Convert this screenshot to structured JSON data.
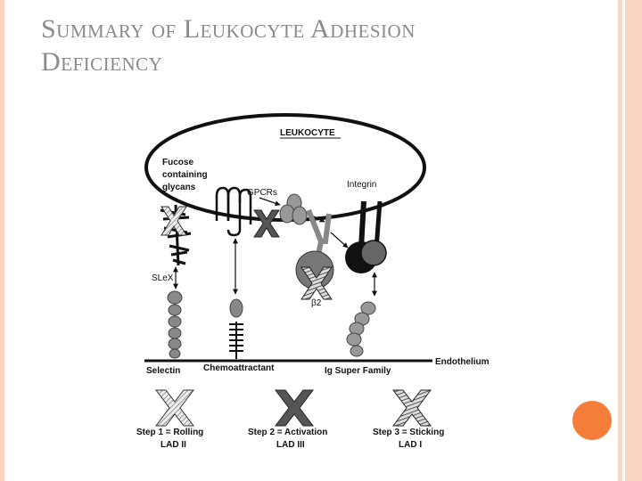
{
  "slide": {
    "title_line1": "Summary of Leukocyte Adhesion",
    "title_line2": "Deficiency"
  },
  "diagram": {
    "leukocyte_label": "LEUKOCYTE",
    "fucose_line1": "Fucose",
    "fucose_line2": "containing",
    "fucose_line3": "glycans",
    "gpcrs_label": "GPCRs",
    "integrin_label": "Integrin",
    "slex_label": "SLeX",
    "beta2_label": "β2",
    "endothelium_label": "Endothelium",
    "selectin_label": "Selectin",
    "chemoattractant_label": "Chemoattractant",
    "igsf_label": "Ig Super Family"
  },
  "legend": {
    "step1_label": "Step 1 = Rolling",
    "step1_disease": "LAD II",
    "step2_label": "Step 2 = Activation",
    "step2_disease": "LAD III",
    "step3_label": "Step 3 = Sticking",
    "step3_disease": "LAD I"
  },
  "colors": {
    "accent_orange": "#f47d3a",
    "border_peach": "#fbd4c2",
    "title_gray": "#8a8a8a"
  }
}
